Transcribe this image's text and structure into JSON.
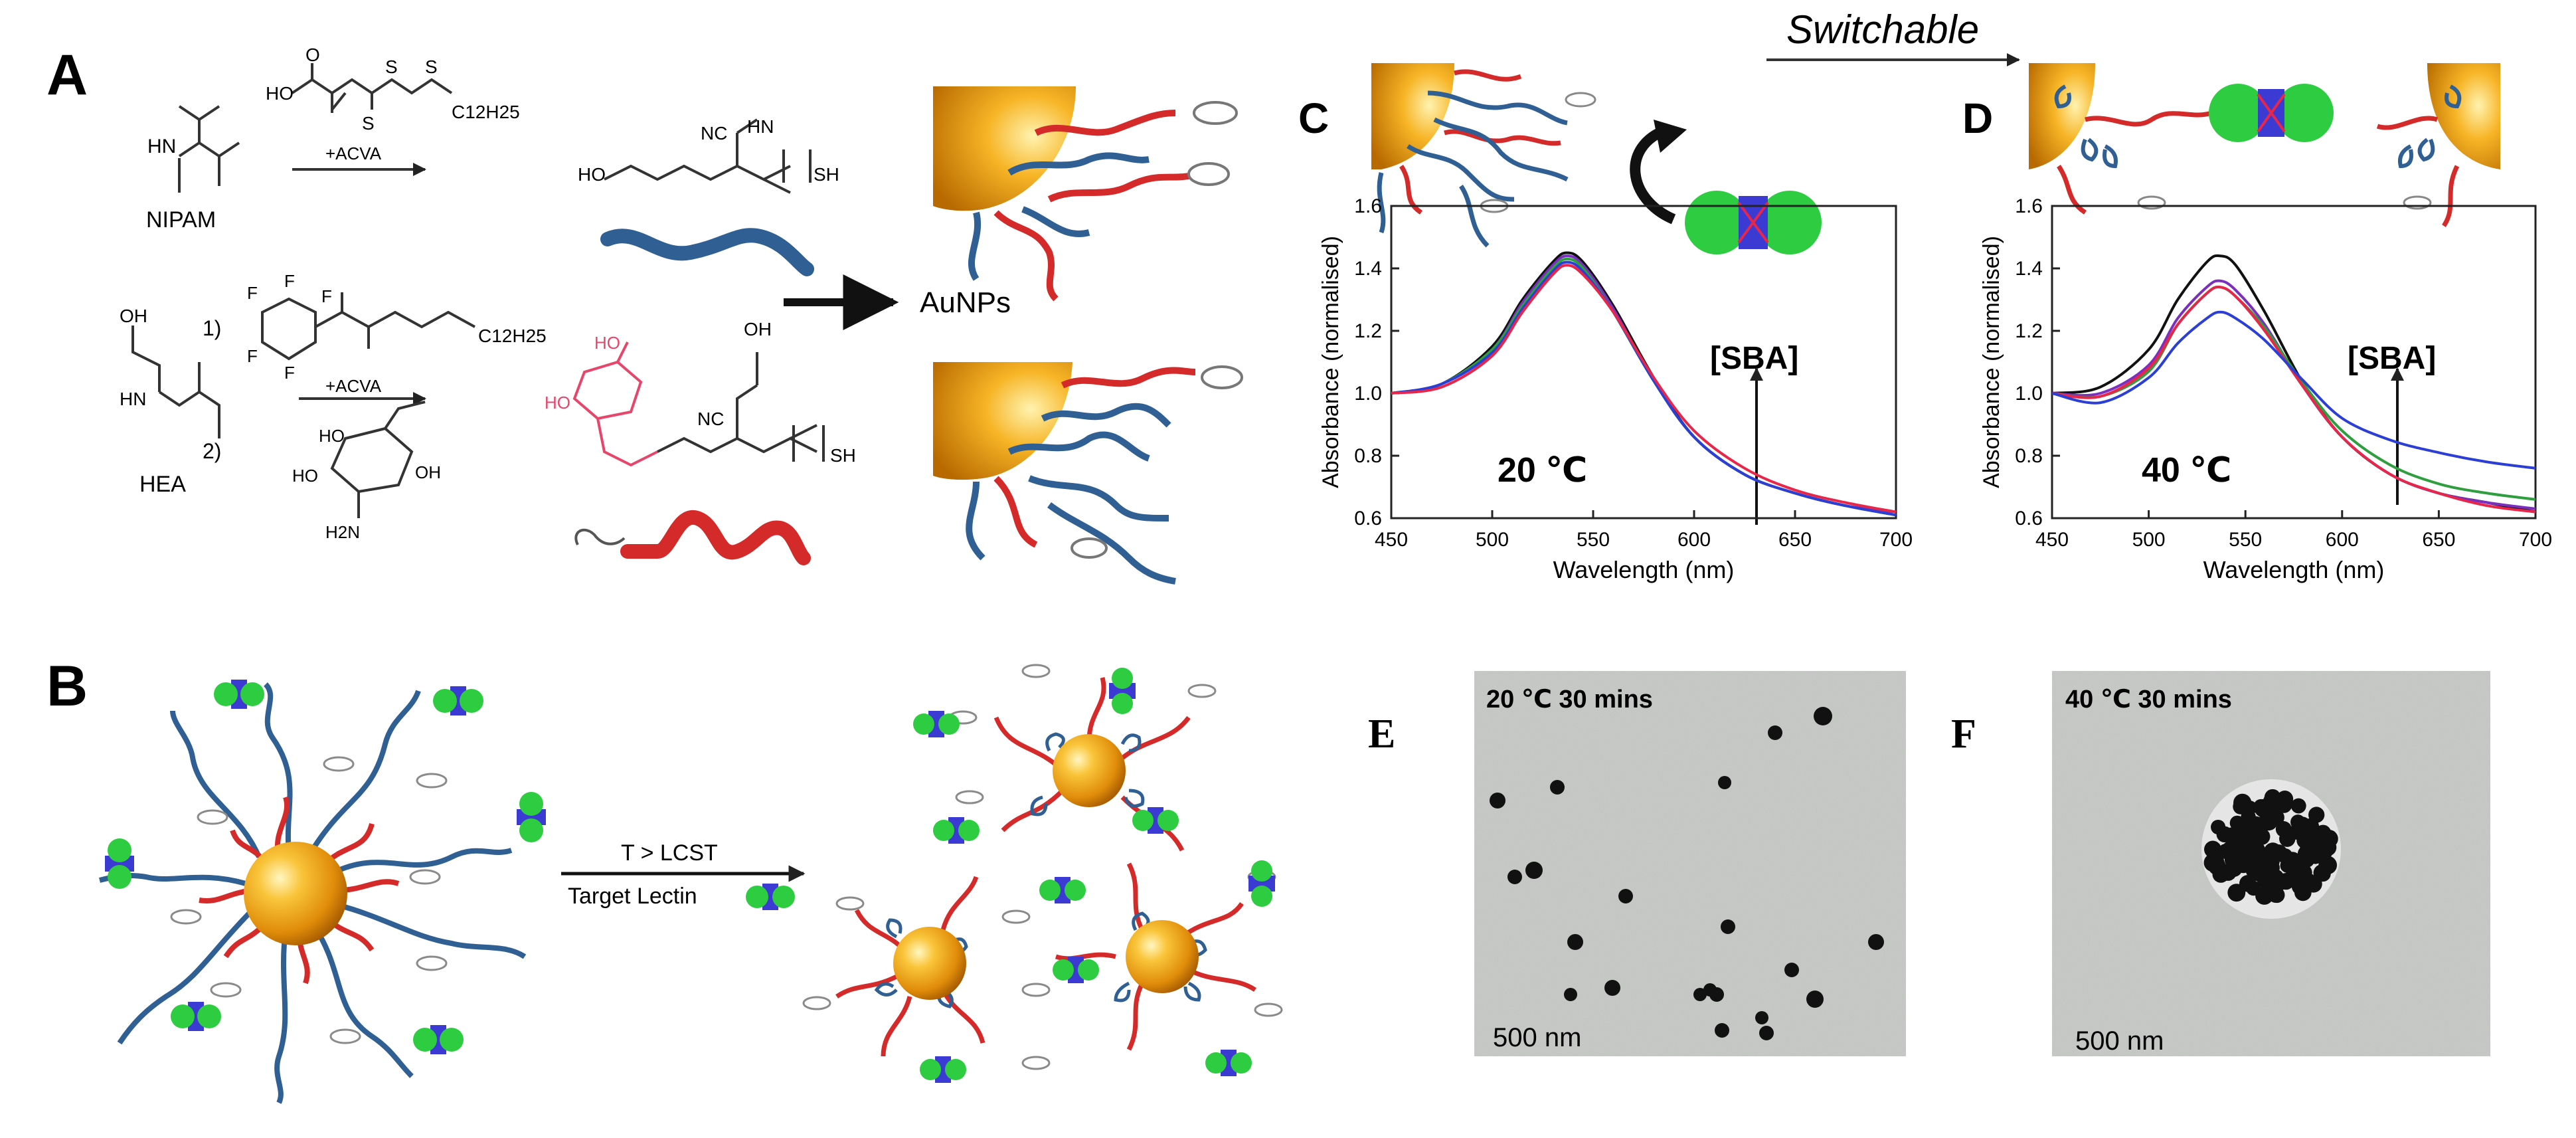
{
  "panels": {
    "A": {
      "letter": "A",
      "nipam_label": "NIPAM",
      "hea_label": "HEA",
      "step1": "1)",
      "step2": "2)",
      "reagent_acva_top": "+ACVA",
      "reagent_acva_bottom": "+ACVA",
      "product_label": "AuNPs",
      "chain_c12": "C12H25",
      "sh": "SH",
      "nc": "NC",
      "hn": "HN",
      "ho": "HO",
      "oh": "OH",
      "h2n": "H2N",
      "o": "O",
      "s": "S",
      "f": "F"
    },
    "B": {
      "letter": "B",
      "arrow_top": "T > LCST",
      "arrow_bottom": "Target Lectin"
    },
    "C": {
      "letter": "C",
      "temperature": "20 ℃",
      "sba_label": "[SBA]"
    },
    "D": {
      "letter": "D",
      "temperature": "40 ℃",
      "sba_label": "[SBA]"
    },
    "E": {
      "letter": "E",
      "caption": "20 ℃ 30 mins",
      "scale": "500 nm"
    },
    "F": {
      "letter": "F",
      "caption": "40 ℃ 30 mins",
      "scale": "500 nm"
    }
  },
  "switchable_label": "Switchable",
  "colors": {
    "gold": "#f2a516",
    "pnipam_blue": "#2f5f93",
    "glyco_red": "#d42a2a",
    "sugar_pink": "#e8456b",
    "tem_bg": "#c6c8c6"
  },
  "chart_data": [
    {
      "type": "line",
      "panel": "C",
      "xlabel": "Wavelength (nm)",
      "ylabel": "Absorbance (normalised)",
      "xlim": [
        450,
        700
      ],
      "ylim": [
        0.6,
        1.6
      ],
      "xticks": [
        450,
        500,
        550,
        600,
        650,
        700
      ],
      "yticks": [
        0.6,
        0.8,
        1.0,
        1.2,
        1.4,
        1.6
      ],
      "x": [
        450,
        475,
        500,
        515,
        530,
        537,
        545,
        560,
        580,
        600,
        625,
        650,
        675,
        700
      ],
      "series": [
        {
          "color": "#111111",
          "values": [
            1.0,
            1.03,
            1.15,
            1.3,
            1.42,
            1.45,
            1.42,
            1.28,
            1.05,
            0.86,
            0.74,
            0.68,
            0.64,
            0.61
          ]
        },
        {
          "color": "#7b2fbf",
          "values": [
            1.0,
            1.03,
            1.14,
            1.29,
            1.41,
            1.44,
            1.41,
            1.27,
            1.04,
            0.86,
            0.74,
            0.68,
            0.64,
            0.62
          ]
        },
        {
          "color": "#2e9e3e",
          "values": [
            1.0,
            1.03,
            1.14,
            1.28,
            1.4,
            1.43,
            1.4,
            1.26,
            1.04,
            0.86,
            0.74,
            0.68,
            0.64,
            0.61
          ]
        },
        {
          "color": "#2b3fd6",
          "values": [
            1.0,
            1.03,
            1.13,
            1.27,
            1.39,
            1.42,
            1.39,
            1.26,
            1.04,
            0.86,
            0.74,
            0.68,
            0.64,
            0.61
          ]
        },
        {
          "color": "#e8264a",
          "values": [
            1.0,
            1.02,
            1.12,
            1.26,
            1.38,
            1.41,
            1.38,
            1.26,
            1.05,
            0.88,
            0.76,
            0.69,
            0.65,
            0.62
          ]
        }
      ]
    },
    {
      "type": "line",
      "panel": "D",
      "xlabel": "Wavelength (nm)",
      "ylabel": "Absorbance (normalised)",
      "xlim": [
        450,
        700
      ],
      "ylim": [
        0.6,
        1.6
      ],
      "xticks": [
        450,
        500,
        550,
        600,
        650,
        700
      ],
      "yticks": [
        0.6,
        0.8,
        1.0,
        1.2,
        1.4,
        1.6
      ],
      "x": [
        450,
        475,
        500,
        515,
        530,
        537,
        545,
        560,
        580,
        600,
        625,
        650,
        675,
        700
      ],
      "series": [
        {
          "color": "#111111",
          "values": [
            1.0,
            1.02,
            1.14,
            1.3,
            1.42,
            1.44,
            1.41,
            1.26,
            1.03,
            0.86,
            0.74,
            0.68,
            0.65,
            0.62
          ]
        },
        {
          "color": "#7b2fbf",
          "values": [
            1.0,
            1.0,
            1.09,
            1.24,
            1.34,
            1.36,
            1.33,
            1.22,
            1.02,
            0.86,
            0.74,
            0.68,
            0.65,
            0.63
          ]
        },
        {
          "color": "#2e9e3e",
          "values": [
            1.0,
            0.99,
            1.07,
            1.22,
            1.32,
            1.34,
            1.31,
            1.21,
            1.03,
            0.88,
            0.77,
            0.71,
            0.68,
            0.66
          ]
        },
        {
          "color": "#e8264a",
          "values": [
            1.0,
            0.99,
            1.08,
            1.22,
            1.32,
            1.34,
            1.31,
            1.2,
            1.02,
            0.86,
            0.74,
            0.68,
            0.64,
            0.62
          ]
        },
        {
          "color": "#2b3fd6",
          "values": [
            1.0,
            0.97,
            1.05,
            1.16,
            1.24,
            1.26,
            1.24,
            1.17,
            1.04,
            0.92,
            0.85,
            0.81,
            0.78,
            0.76
          ]
        }
      ]
    }
  ]
}
